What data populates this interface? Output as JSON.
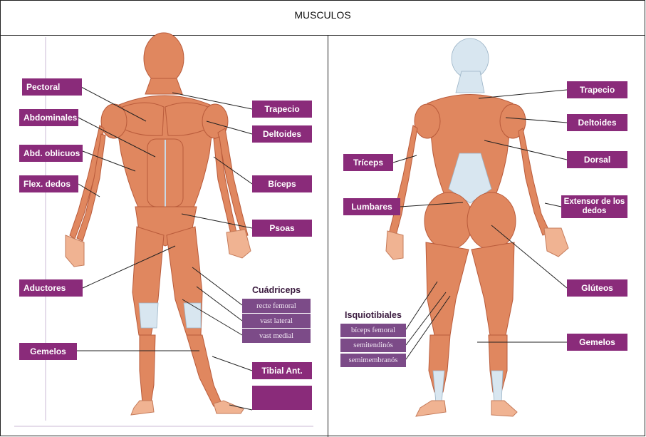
{
  "title": "MUSCULOS",
  "front": {
    "labels": {
      "pectoral": "Pectoral",
      "abdominales": "Abdominales",
      "abd_oblicuos": "Abd. oblicuos",
      "flex_dedos": "Flex. dedos",
      "aductores": "Aductores",
      "gemelos": "Gemelos",
      "trapecio": "Trapecio",
      "deltoides": "Deltoides",
      "biceps": "Bíceps",
      "psoas": "Psoas",
      "tibial_ant": "Tibial Ant."
    },
    "cuadriceps": {
      "header": "Cuádriceps",
      "items": [
        "recte femoral",
        "vast lateral",
        "vast medial"
      ]
    }
  },
  "back": {
    "labels": {
      "trapecio": "Trapecio",
      "deltoides": "Deltoides",
      "dorsal": "Dorsal",
      "triceps": "Tríceps",
      "lumbares": "Lumbares",
      "extensor": "Extensor de los dedos",
      "gluteos": "Glúteos",
      "gemelos": "Gemelos"
    },
    "isquiotibiales": {
      "header": "Isquiotibiales",
      "items": [
        "bíceps femoral",
        "semitendinós",
        "semimembranós"
      ]
    }
  },
  "colors": {
    "label_bg": "#8a2b7a",
    "sublabel_bg": "#7c4b88",
    "muscle": "#e0875f"
  }
}
